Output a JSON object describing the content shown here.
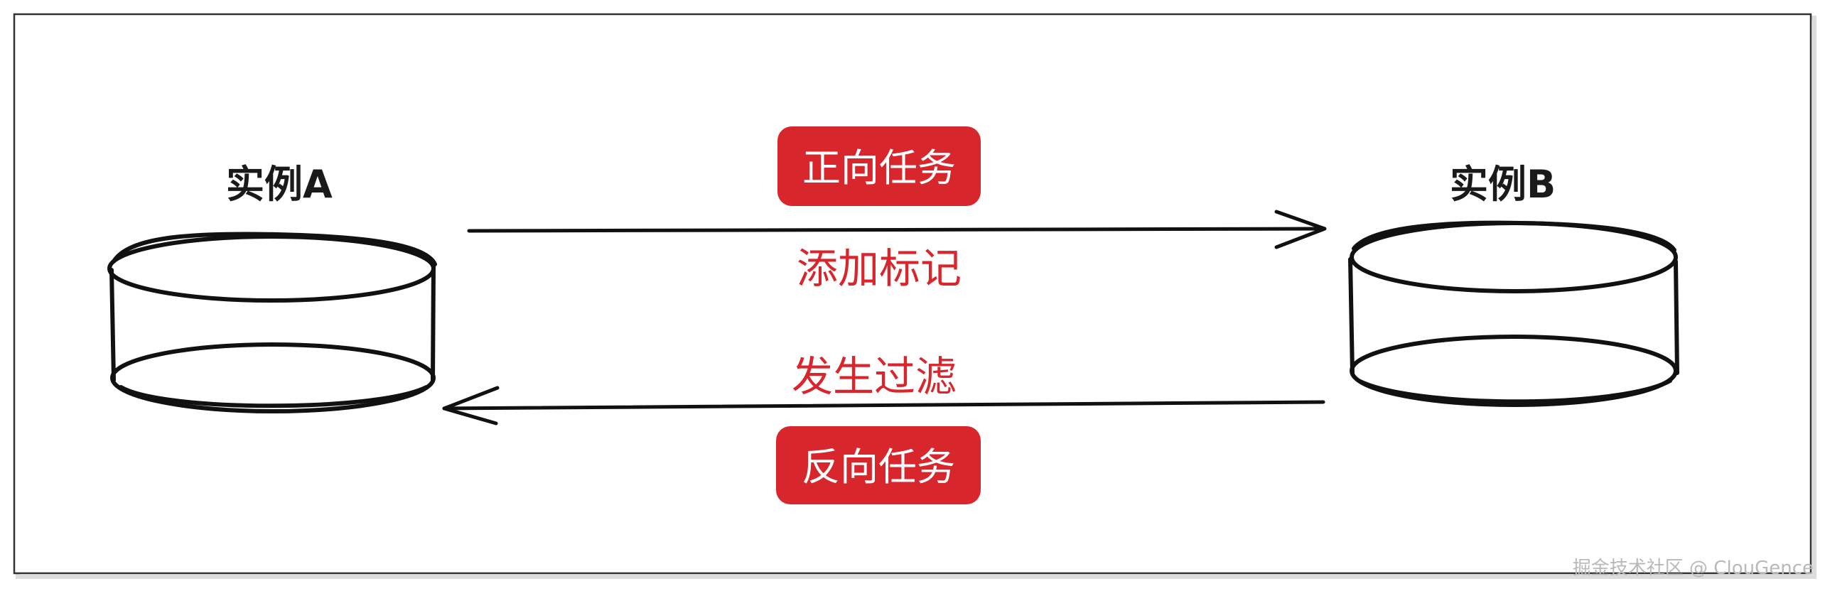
{
  "instance_a": {
    "label": "实例A"
  },
  "instance_b": {
    "label": "实例B"
  },
  "forward": {
    "badge": "正向任务",
    "note": "添加标记"
  },
  "reverse": {
    "badge": "反向任务",
    "note": "发生过滤"
  },
  "watermark": "掘金技术社区 @ ClouGence",
  "colors": {
    "accent": "#d8262d",
    "stroke": "#111111",
    "frame": "#333333"
  }
}
